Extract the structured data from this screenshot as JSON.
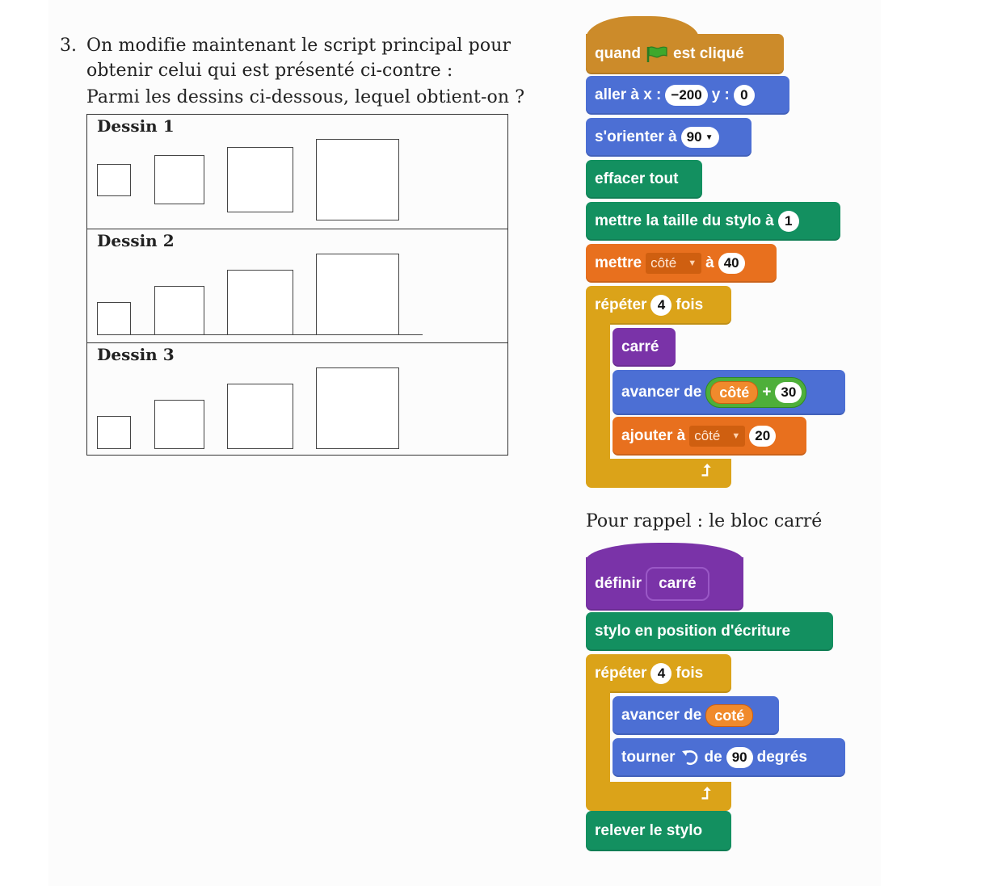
{
  "question": {
    "number": "3.",
    "line1": "On modifie maintenant le script principal pour",
    "line2": "obtenir celui qui est présenté ci-contre :",
    "line3": "Parmi les dessins ci-dessous, lequel obtient-on ?"
  },
  "drawings": [
    "Dessin 1",
    "Dessin 2",
    "Dessin 3"
  ],
  "main_script": {
    "hat": {
      "when": "quand",
      "clicked": "est cliqué",
      "icon": "green-flag-icon"
    },
    "goto": {
      "label_x": "aller à x :",
      "x": "−200",
      "label_y": "y :",
      "y": "0"
    },
    "point": {
      "label": "s'orienter à",
      "value": "90"
    },
    "clear": {
      "label": "effacer tout"
    },
    "pen_size": {
      "label": "mettre la taille du stylo à",
      "value": "1"
    },
    "set_var": {
      "label": "mettre",
      "var": "côté",
      "to": "à",
      "value": "40"
    },
    "repeat": {
      "label": "répéter",
      "count": "4",
      "times": "fois"
    },
    "call": {
      "label": "carré"
    },
    "move": {
      "label": "avancer de",
      "var": "côté",
      "op": "+",
      "value": "30"
    },
    "change_var": {
      "label": "ajouter à",
      "var": "côté",
      "value": "20"
    }
  },
  "reminder": {
    "title": "Pour rappel : le bloc carré"
  },
  "define_script": {
    "define": {
      "label": "définir",
      "name": "carré"
    },
    "pen_down": {
      "label": "stylo en position d'écriture"
    },
    "repeat": {
      "label": "répéter",
      "count": "4",
      "times": "fois"
    },
    "move": {
      "label": "avancer de",
      "var": "coté"
    },
    "turn": {
      "label": "tourner",
      "icon": "rotate-left-icon",
      "de": "de",
      "value": "90",
      "unit": "degrés"
    },
    "pen_up": {
      "label": "relever le stylo"
    }
  },
  "colors": {
    "motion": "#4c6fd4",
    "pen": "#139060",
    "variables": "#e8701e",
    "control": "#dba319",
    "events": "#cc8b2a",
    "custom": "#7a33a8"
  }
}
